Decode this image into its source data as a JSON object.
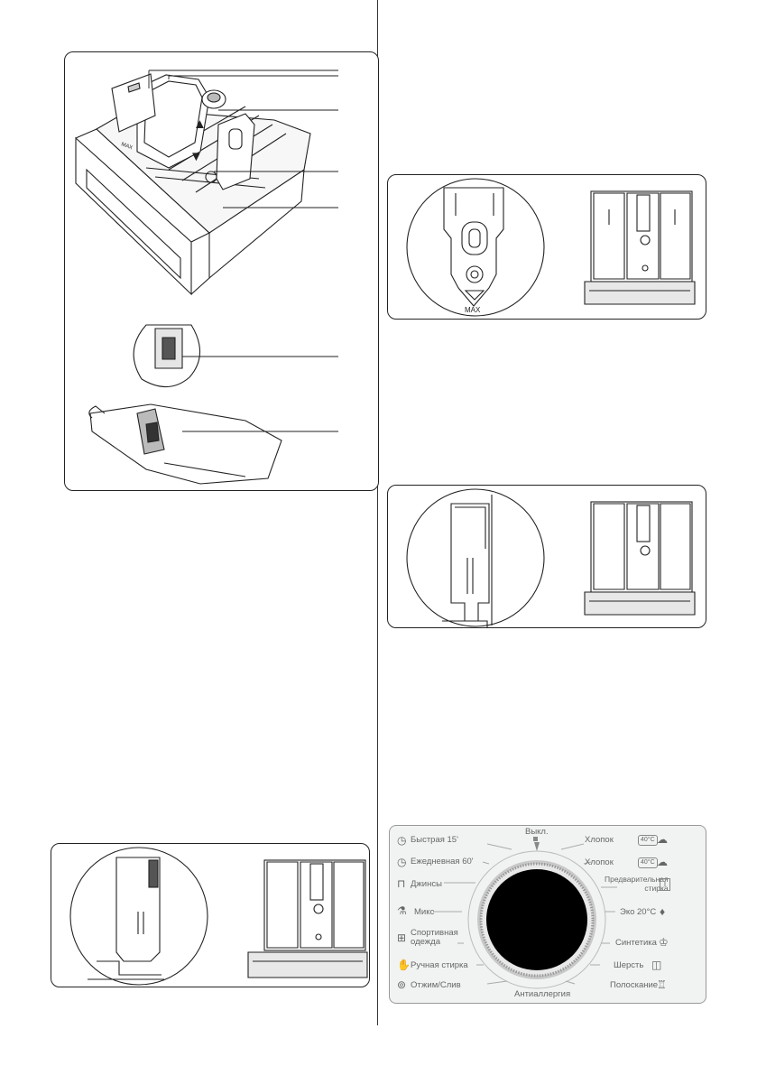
{
  "figure_main": {
    "max_mark": "MAX",
    "arrow_up": "▲",
    "arrow_down": "▼"
  },
  "figure_siphon_1": {
    "max_label": "MAX"
  },
  "program_dial": {
    "top_label": "Выкл.",
    "left_programs": [
      {
        "label": "Быстрая 15'",
        "icon": "clock-icon"
      },
      {
        "label": "Ежедневная 60'",
        "icon": "clock-icon"
      },
      {
        "label": "Джинсы",
        "icon": "jeans-icon"
      },
      {
        "label": "Микс",
        "icon": "mix-icon"
      },
      {
        "label": "Спортивная\nодежда",
        "icon": "sportswear-icon"
      },
      {
        "label": "Ручная стирка",
        "icon": "hand-wash-icon"
      },
      {
        "label": "Отжим/Слив",
        "icon": "spin-icon"
      }
    ],
    "right_programs": [
      {
        "label": "Хлопок",
        "badge": "40°C",
        "icon": "cotton-icon"
      },
      {
        "label": "Хлопок",
        "badge": "40°C",
        "icon": "cotton-icon"
      },
      {
        "label": "Предварительная\nстирка",
        "icon": "prewash-icon"
      },
      {
        "label": "Эко 20°C",
        "icon": "eco-leaf-icon"
      },
      {
        "label": "Синтетика",
        "icon": "shirt-icon"
      },
      {
        "label": "Шерсть",
        "icon": "wool-icon"
      },
      {
        "label": "Полоскание",
        "icon": "rinse-icon"
      }
    ],
    "bottom_label": "Антиаллергия"
  }
}
